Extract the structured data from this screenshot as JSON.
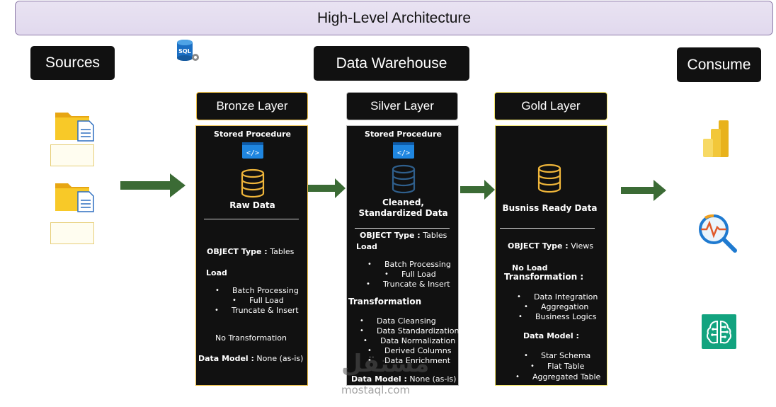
{
  "title": "High-Level Architecture",
  "headers": {
    "sources": "Sources",
    "warehouse": "Data Warehouse",
    "consume": "Consume"
  },
  "sql_badge": "SQL",
  "bronze": {
    "title": "Bronze Layer",
    "stored_procedure": "Stored Procedure",
    "caption": "Raw Data",
    "object_type_label": "OBJECT Type :",
    "object_type_value": "Tables",
    "load_label": "Load",
    "load_items": [
      "Batch Processing",
      "Full Load",
      "Truncate & Insert"
    ],
    "transformation": "No Transformation",
    "data_model_label": "Data Model :",
    "data_model_value": "None (as-is)"
  },
  "silver": {
    "title": "Silver Layer",
    "stored_procedure": "Stored Procedure",
    "caption_line1": "Cleaned,",
    "caption_line2": "Standardized Data",
    "object_type_label": "OBJECT Type :",
    "object_type_value": "Tables",
    "load_label": "Load",
    "load_items": [
      "Batch Processing",
      "Full Load",
      "Truncate & Insert"
    ],
    "transformation_label": "Transformation",
    "transformation_items": [
      "Data Cleansing",
      "Data Standardization",
      "Data Normalization",
      "Derived Columns",
      "Data Enrichment"
    ],
    "data_model_label": "Data Model :",
    "data_model_value": "None (as-is)"
  },
  "gold": {
    "title": "Gold Layer",
    "caption": "Busniss Ready Data",
    "object_type_label": "OBJECT Type :",
    "object_type_value": "Views",
    "no_load": "No Load",
    "transformation_label": "Transformation :",
    "transformation_items": [
      "Data Integration",
      "Aggregation",
      "Business Logics"
    ],
    "data_model_label": "Data Model :",
    "data_model_items": [
      "Star Schema",
      "Flat Table",
      "Aggregated Table"
    ]
  },
  "watermark": {
    "arabic": "مستقل",
    "latin": "mostaql.com"
  },
  "colors": {
    "arrow": "#3b6b35",
    "bronze_border": "#f0c24b",
    "gold_border": "#f4e66a",
    "banner": "#e5def0"
  }
}
